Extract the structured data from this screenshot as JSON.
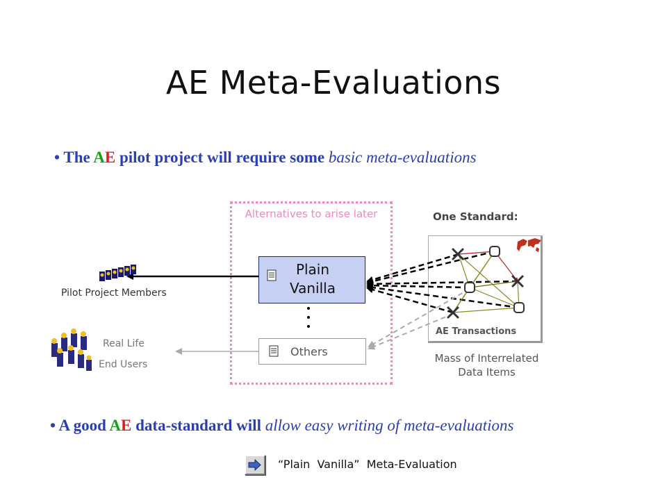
{
  "title": "AE  Meta-Evaluations",
  "bullet1": {
    "lead": "• The ",
    "ae_a": "A",
    "ae_e": "E",
    "mid": " pilot project will require some ",
    "italic": "basic meta-evaluations"
  },
  "bullet2": {
    "lead": "• A good ",
    "ae_a": "A",
    "ae_e": "E",
    "mid": " data-standard will ",
    "italic": "allow easy writing of meta-evaluations"
  },
  "alternatives_label": "Alternatives to arise later",
  "plain_vanilla_label": "Plain Vanilla",
  "others_label": "Others",
  "one_standard_label": "One Standard:",
  "ae_transactions_label": "AE Transactions",
  "mass_label": "Mass of Interrelated Data Items",
  "pilot_members_label": "Pilot Project Members",
  "real_life_label": "Real Life",
  "end_users_label": "End Users",
  "footer_label": "“Plain  Vanilla”  Meta-Evaluation",
  "icons": [
    "document-icon",
    "people-icon",
    "tool-icon",
    "node-icon",
    "world-map-icon",
    "arrow-right-icon"
  ],
  "colors": {
    "ae_a": "#1aa01a",
    "ae_e": "#d42020",
    "bullet": "#2a3fb0",
    "dotted_border": "#f088c0",
    "plain_vanilla_fill": "#c6d0f2"
  }
}
